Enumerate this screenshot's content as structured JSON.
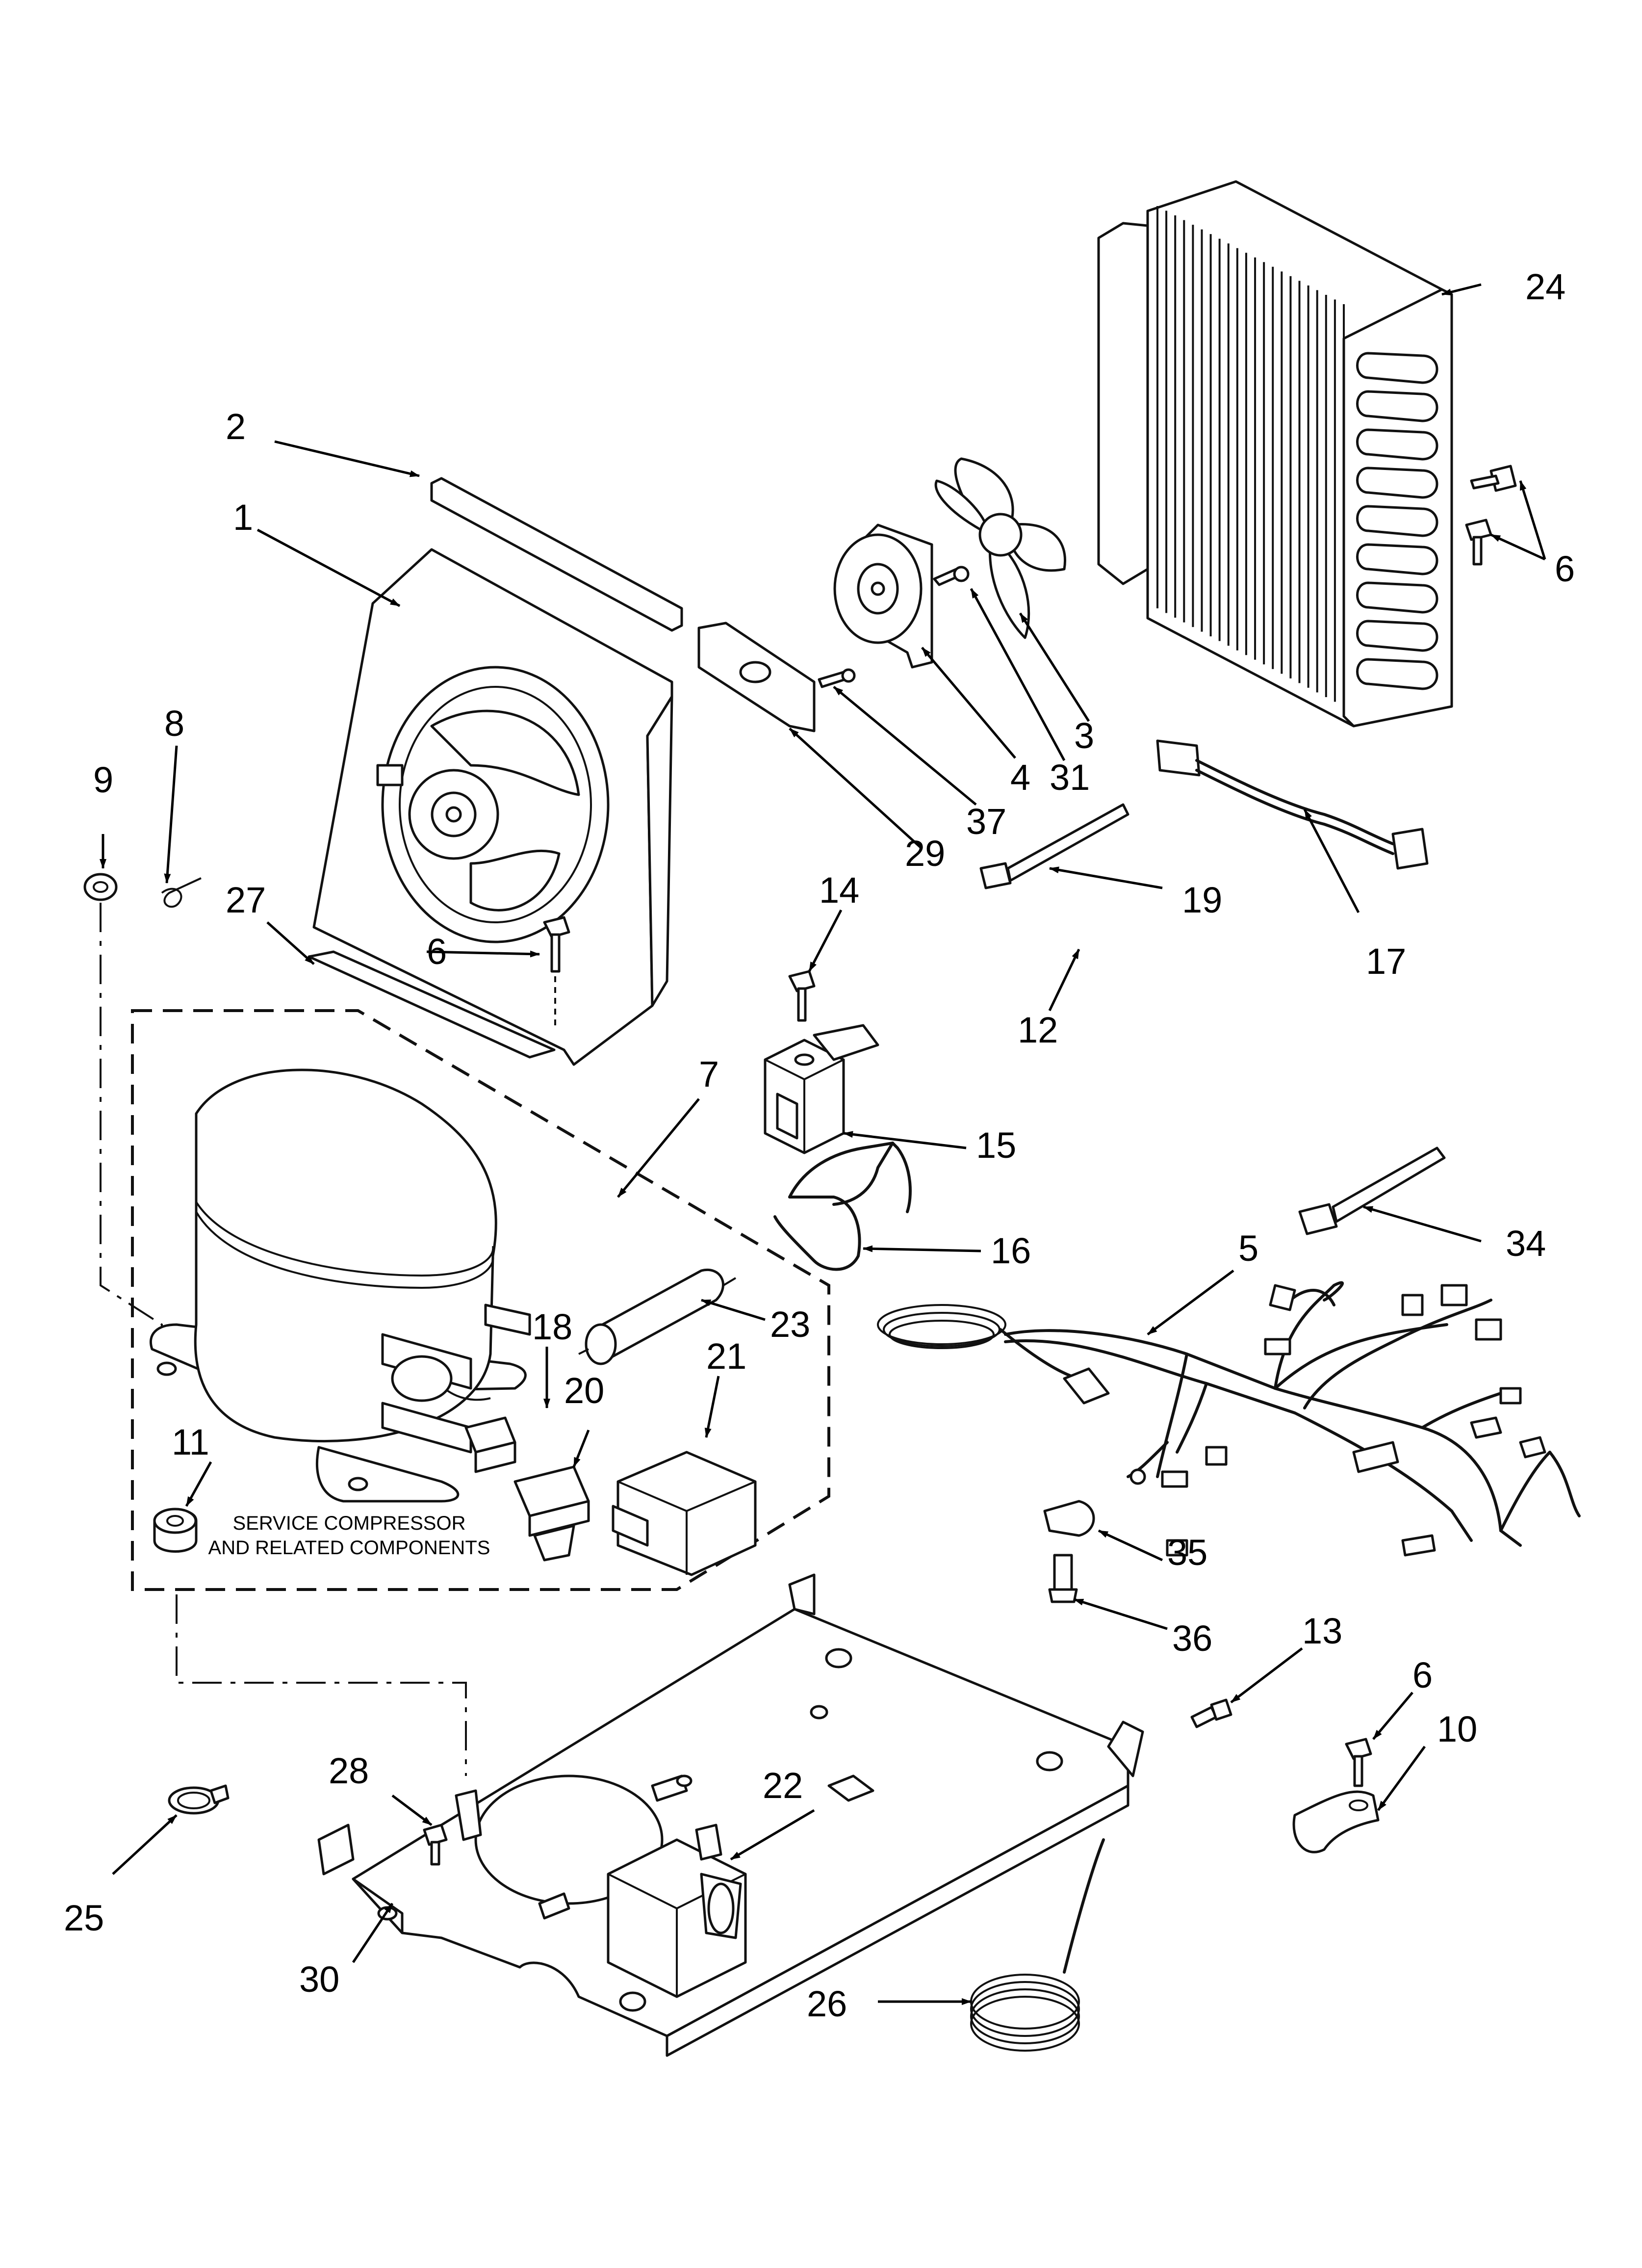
{
  "diagram": {
    "note_lines": [
      "SERVICE COMPRESSOR",
      "AND RELATED COMPONENTS"
    ],
    "callouts": [
      {
        "id": "c1",
        "label": "1"
      },
      {
        "id": "c2",
        "label": "2"
      },
      {
        "id": "c3",
        "label": "3"
      },
      {
        "id": "c4",
        "label": "4"
      },
      {
        "id": "c5",
        "label": "5"
      },
      {
        "id": "c6a",
        "label": "6"
      },
      {
        "id": "c6b",
        "label": "6"
      },
      {
        "id": "c6c",
        "label": "6"
      },
      {
        "id": "c7",
        "label": "7"
      },
      {
        "id": "c8",
        "label": "8"
      },
      {
        "id": "c9",
        "label": "9"
      },
      {
        "id": "c10",
        "label": "10"
      },
      {
        "id": "c11",
        "label": "11"
      },
      {
        "id": "c12",
        "label": "12"
      },
      {
        "id": "c13",
        "label": "13"
      },
      {
        "id": "c14",
        "label": "14"
      },
      {
        "id": "c15",
        "label": "15"
      },
      {
        "id": "c16",
        "label": "16"
      },
      {
        "id": "c17",
        "label": "17"
      },
      {
        "id": "c18",
        "label": "18"
      },
      {
        "id": "c19",
        "label": "19"
      },
      {
        "id": "c20",
        "label": "20"
      },
      {
        "id": "c21",
        "label": "21"
      },
      {
        "id": "c22",
        "label": "22"
      },
      {
        "id": "c23",
        "label": "23"
      },
      {
        "id": "c24",
        "label": "24"
      },
      {
        "id": "c25",
        "label": "25"
      },
      {
        "id": "c26",
        "label": "26"
      },
      {
        "id": "c27",
        "label": "27"
      },
      {
        "id": "c28",
        "label": "28"
      },
      {
        "id": "c29",
        "label": "29"
      },
      {
        "id": "c30",
        "label": "30"
      },
      {
        "id": "c31",
        "label": "31"
      },
      {
        "id": "c34",
        "label": "34"
      },
      {
        "id": "c35",
        "label": "35"
      },
      {
        "id": "c36",
        "label": "36"
      },
      {
        "id": "c37",
        "label": "37"
      }
    ]
  }
}
